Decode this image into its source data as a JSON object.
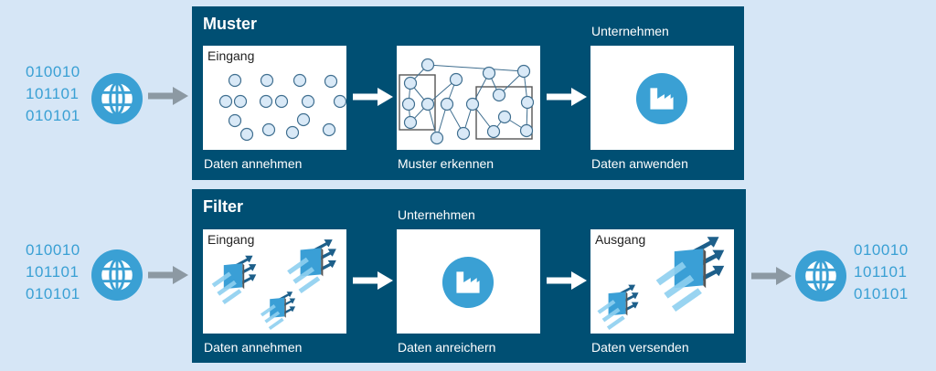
{
  "colors": {
    "background": "#d6e6f6",
    "panel": "#004f73",
    "accent": "#3aa0d4",
    "node_fill": "#d9e9f7",
    "arrow_gray": "#8c99a3"
  },
  "rows": [
    {
      "title": "Muster",
      "input_binary": [
        "010010",
        "101101",
        "010101"
      ],
      "input_icon": "globe-icon",
      "steps": [
        {
          "header": "Eingang",
          "top_label": "",
          "label": "Daten annehmen",
          "visual": "scattered-nodes"
        },
        {
          "header": "",
          "top_label": "",
          "label": "Muster erkennen",
          "visual": "node-network"
        },
        {
          "header": "",
          "top_label": "Unternehmen",
          "label": "Daten anwenden",
          "visual": "factory-icon"
        }
      ]
    },
    {
      "title": "Filter",
      "input_binary": [
        "010010",
        "101101",
        "010101"
      ],
      "input_icon": "globe-icon",
      "steps": [
        {
          "header": "Eingang",
          "top_label": "",
          "label": "Daten annehmen",
          "visual": "filter-icons"
        },
        {
          "header": "",
          "top_label": "Unternehmen",
          "label": "Daten anreichern",
          "visual": "factory-icon"
        },
        {
          "header": "Ausgang",
          "top_label": "",
          "label": "Daten versenden",
          "visual": "filter-icons"
        }
      ],
      "output_binary": [
        "010010",
        "101101",
        "010101"
      ],
      "output_icon": "globe-icon"
    }
  ]
}
